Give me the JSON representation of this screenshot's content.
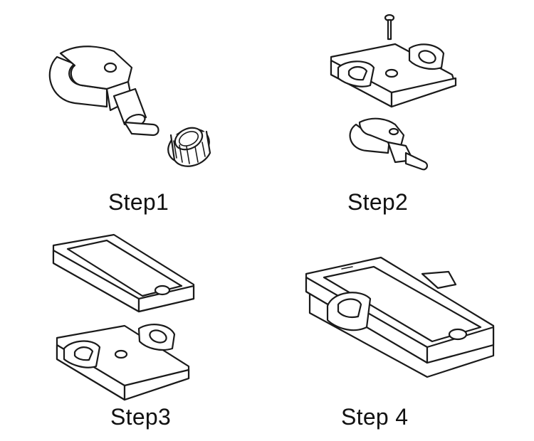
{
  "steps": [
    {
      "label": "Step1"
    },
    {
      "label": "Step2"
    },
    {
      "label": "Step3"
    },
    {
      "label": "Step 4"
    }
  ]
}
